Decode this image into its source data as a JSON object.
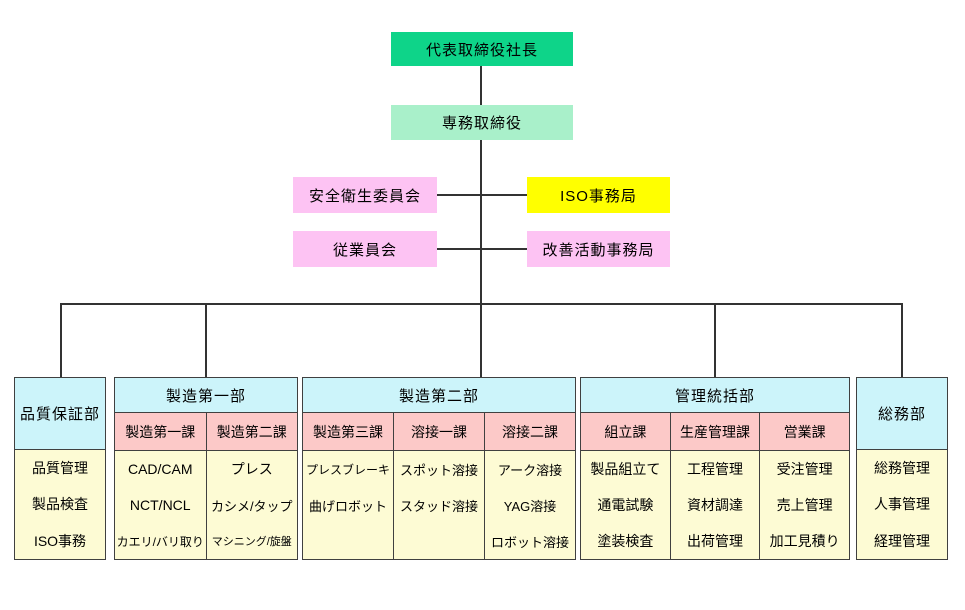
{
  "top_boxes": {
    "president": "代表取締役社長",
    "managing_director": "専務取締役"
  },
  "staff_boxes": {
    "safety_committee": "安全衛生委員会",
    "iso_office": "ISO事務局",
    "employee_association": "従業員会",
    "kaizen_office": "改善活動事務局"
  },
  "departments": [
    {
      "name": "品質保証部",
      "items": [
        "品質管理",
        "製品検査",
        "ISO事務"
      ]
    },
    {
      "name": "製造第一部",
      "sections": [
        {
          "name": "製造第一課",
          "items": [
            "CAD/CAM",
            "NCT/NCL",
            "カエリ/バリ取り"
          ]
        },
        {
          "name": "製造第二課",
          "items": [
            "プレス",
            "カシメ/タップ",
            "マシニング/旋盤"
          ]
        }
      ]
    },
    {
      "name": "製造第二部",
      "sections": [
        {
          "name": "製造第三課",
          "items": [
            "プレスブレーキ",
            "曲げロボット",
            ""
          ]
        },
        {
          "name": "溶接一課",
          "items": [
            "スポット溶接",
            "スタッド溶接",
            ""
          ]
        },
        {
          "name": "溶接二課",
          "items": [
            "アーク溶接",
            "YAG溶接",
            "ロボット溶接"
          ]
        }
      ]
    },
    {
      "name": "管理統括部",
      "sections": [
        {
          "name": "組立課",
          "items": [
            "製品組立て",
            "通電試験",
            "塗装検査"
          ]
        },
        {
          "name": "生産管理課",
          "items": [
            "工程管理",
            "資材調達",
            "出荷管理"
          ]
        },
        {
          "name": "営業課",
          "items": [
            "受注管理",
            "売上管理",
            "加工見積り"
          ]
        }
      ]
    },
    {
      "name": "総務部",
      "items": [
        "総務管理",
        "人事管理",
        "経理管理"
      ]
    }
  ],
  "colors": {
    "president_bg": "#0ED489",
    "managing_director_bg": "#A9F0CA",
    "staff_pink_bg": "#FDC3F3",
    "iso_yellow_bg": "#FFFF00",
    "dept_header_bg": "#CCF4FA",
    "section_header_bg": "#FCC9C8",
    "item_bg": "#FDFBD4",
    "connector_line": "#333333",
    "box_border": "#404040"
  }
}
